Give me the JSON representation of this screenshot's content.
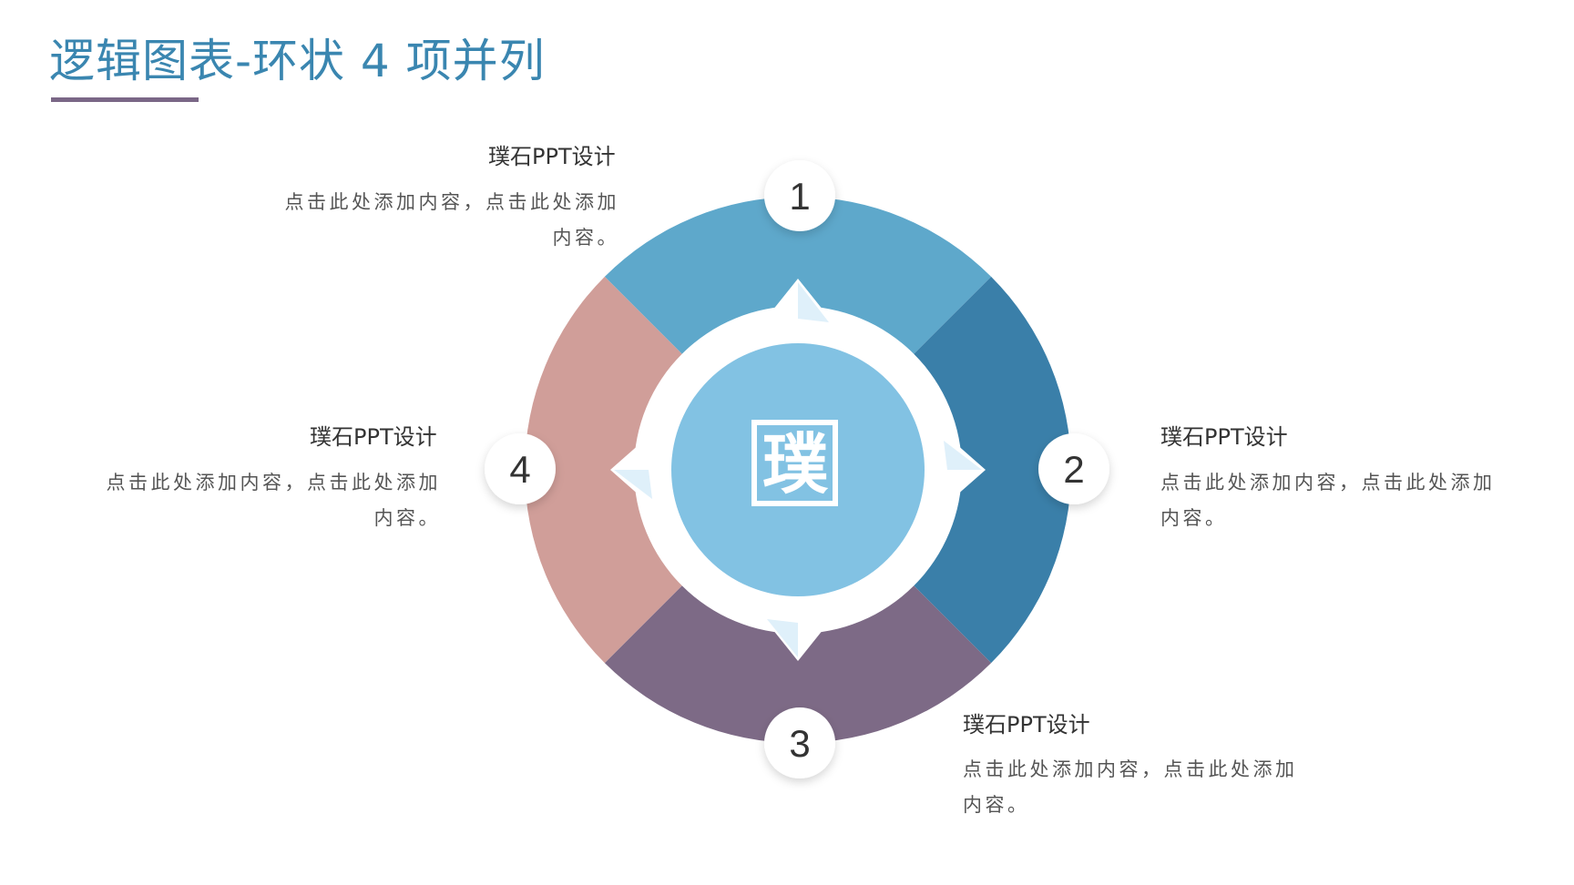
{
  "title": "逻辑图表-环状 4 项并列",
  "colors": {
    "title": "#3a86b0",
    "underline": "#7a6786",
    "segment_1": "#5ea8cb",
    "segment_2": "#3a7fa9",
    "segment_3": "#7d6a86",
    "segment_4": "#d09e99",
    "center": "#82c2e3"
  },
  "center_logo": "璞",
  "items": [
    {
      "number": "1",
      "heading": "璞石PPT设计",
      "body": "点击此处添加内容，点击此处添加内容。"
    },
    {
      "number": "2",
      "heading": "璞石PPT设计",
      "body": "点击此处添加内容，点击此处添加内容。"
    },
    {
      "number": "3",
      "heading": "璞石PPT设计",
      "body": "点击此处添加内容，点击此处添加内容。"
    },
    {
      "number": "4",
      "heading": "璞石PPT设计",
      "body": "点击此处添加内容，点击此处添加内容。"
    }
  ]
}
